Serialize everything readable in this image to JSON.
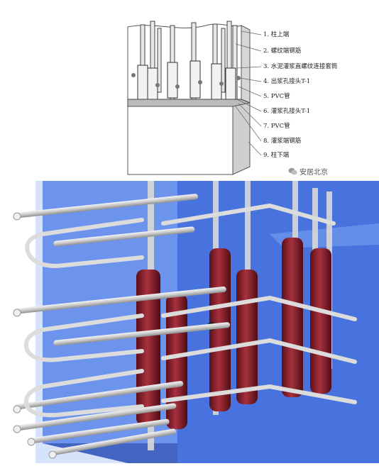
{
  "connection_diagram": {
    "labels": [
      "1. 柱上端",
      "2. 螺纹端钢筋",
      "3. 水泥灌浆直螺纹连接套筒",
      "4. 出浆孔接头T-1",
      "5. PVC管",
      "6. 灌浆孔接头T-1",
      "7. PVC管",
      "8. 灌浆端钢筋",
      "9. 柱下端"
    ],
    "colors": {
      "line": "#555555",
      "column": "#ffffff",
      "bar": "#d9d9d9"
    }
  },
  "watermark": {
    "text": "安居北京",
    "icon": "wechat-icon"
  },
  "render_3d": {
    "colors": {
      "concrete": "#3f6fe0",
      "sleeve": "#8c1f2a",
      "rebar": "#d8d8d8"
    }
  }
}
